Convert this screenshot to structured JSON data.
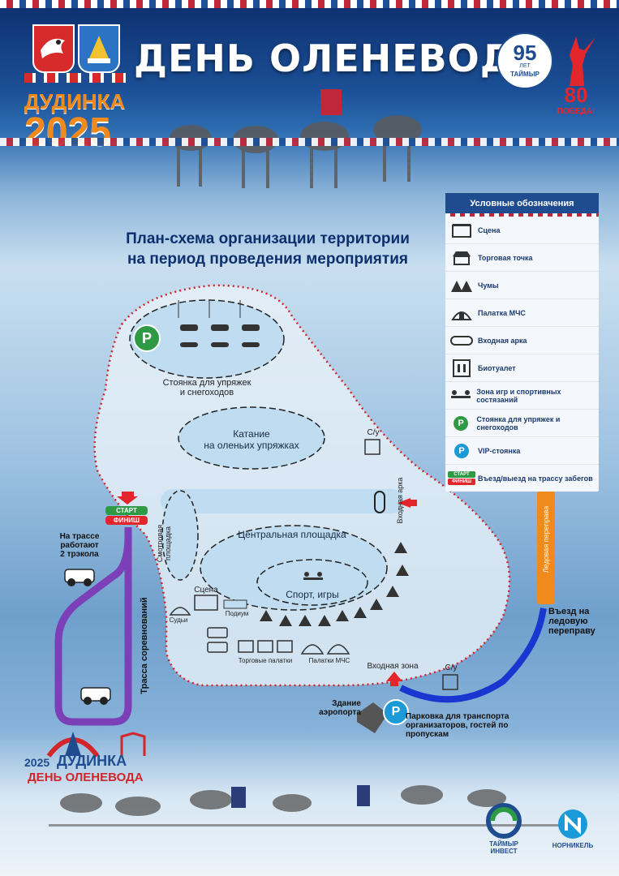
{
  "header": {
    "title": "ДЕНЬ ОЛЕНЕВОДА",
    "city": "ДУДИНКА",
    "year": "2025",
    "badge_95_number": "95",
    "badge_95_small": "ЛЕТ",
    "badge_95_name": "ТАЙМЫР",
    "victory_number": "80",
    "victory_word": "ПОБЕДА!"
  },
  "subtitle": {
    "line1": "План-схема организации территории",
    "line2": "на период проведения мероприятия"
  },
  "legend": {
    "title": "Условные обозначения",
    "items": [
      {
        "icon": "stage-icon",
        "label": "Сцена"
      },
      {
        "icon": "shop-icon",
        "label": "Торговая точка"
      },
      {
        "icon": "chum-icon",
        "label": "Чумы"
      },
      {
        "icon": "tent-icon",
        "label": "Палатка МЧС"
      },
      {
        "icon": "arch-icon",
        "label": "Входная арка"
      },
      {
        "icon": "toilet-icon",
        "label": "Биотуалет"
      },
      {
        "icon": "games-icon",
        "label": "Зона игр и спортивных состязаний"
      },
      {
        "icon": "parking-green-icon",
        "label": "Стоянка для упряжек и снегоходов"
      },
      {
        "icon": "parking-blue-icon",
        "label": "VIP-стоянка"
      },
      {
        "icon": "start-finish-icon",
        "label": "Въезд/выезд на трассу забегов"
      }
    ]
  },
  "map": {
    "parking_zone_line1": "Стоянка для упряжек",
    "parking_zone_line2": "и снегоходов",
    "parking_letter": "P",
    "ride_line1": "Катание",
    "ride_line2": "на оленьих упряжках",
    "central": "Центральная площадка",
    "sport": "Спорт, игры",
    "viewing_line1": "Смотровая",
    "viewing_line2": "площадка",
    "entrance_arch": "Входная арка",
    "wc1": "С/у",
    "wc2": "С/у",
    "stage": "Сцена",
    "podium": "Подиум",
    "judges": "Судьи",
    "trade_tents": "Торговые палатки",
    "mchs_tents": "Палатки МЧС",
    "entrance_zone": "Входная зона",
    "ice_crossing": "Ледовая переправа",
    "ice_entry_line1": "Въезд на",
    "ice_entry_line2": "ледовую",
    "ice_entry_line3": "переправу",
    "airport_line1": "Здание",
    "airport_line2": "аэропорта",
    "vip_parking_line1": "Парковка для транспорта",
    "vip_parking_line2": "организаторов, гостей по",
    "vip_parking_line3": "пропускам",
    "start": "СТАРТ",
    "finish": "ФИНИШ",
    "track_note_line1": "На трассе",
    "track_note_line2": "работают",
    "track_note_line3": "2 трэкола",
    "race_track": "Трасса соревнований"
  },
  "footer": {
    "logo_year": "2025",
    "logo_city": "ДУДИНКА",
    "logo_event": "ДЕНЬ ОЛЕНЕВОДА",
    "sponsor1_line1": "ТАЙМЫР",
    "sponsor1_line2": "ИНВЕСТ",
    "sponsor2": "НОРНИКЕЛЬ"
  },
  "colors": {
    "navy": "#1f4c8f",
    "orange": "#f08a1c",
    "red": "#e3262b",
    "green": "#2e9a46",
    "cyan": "#1a9ad6",
    "purple": "#7b3fb8",
    "track_blue": "#1a36d0"
  }
}
